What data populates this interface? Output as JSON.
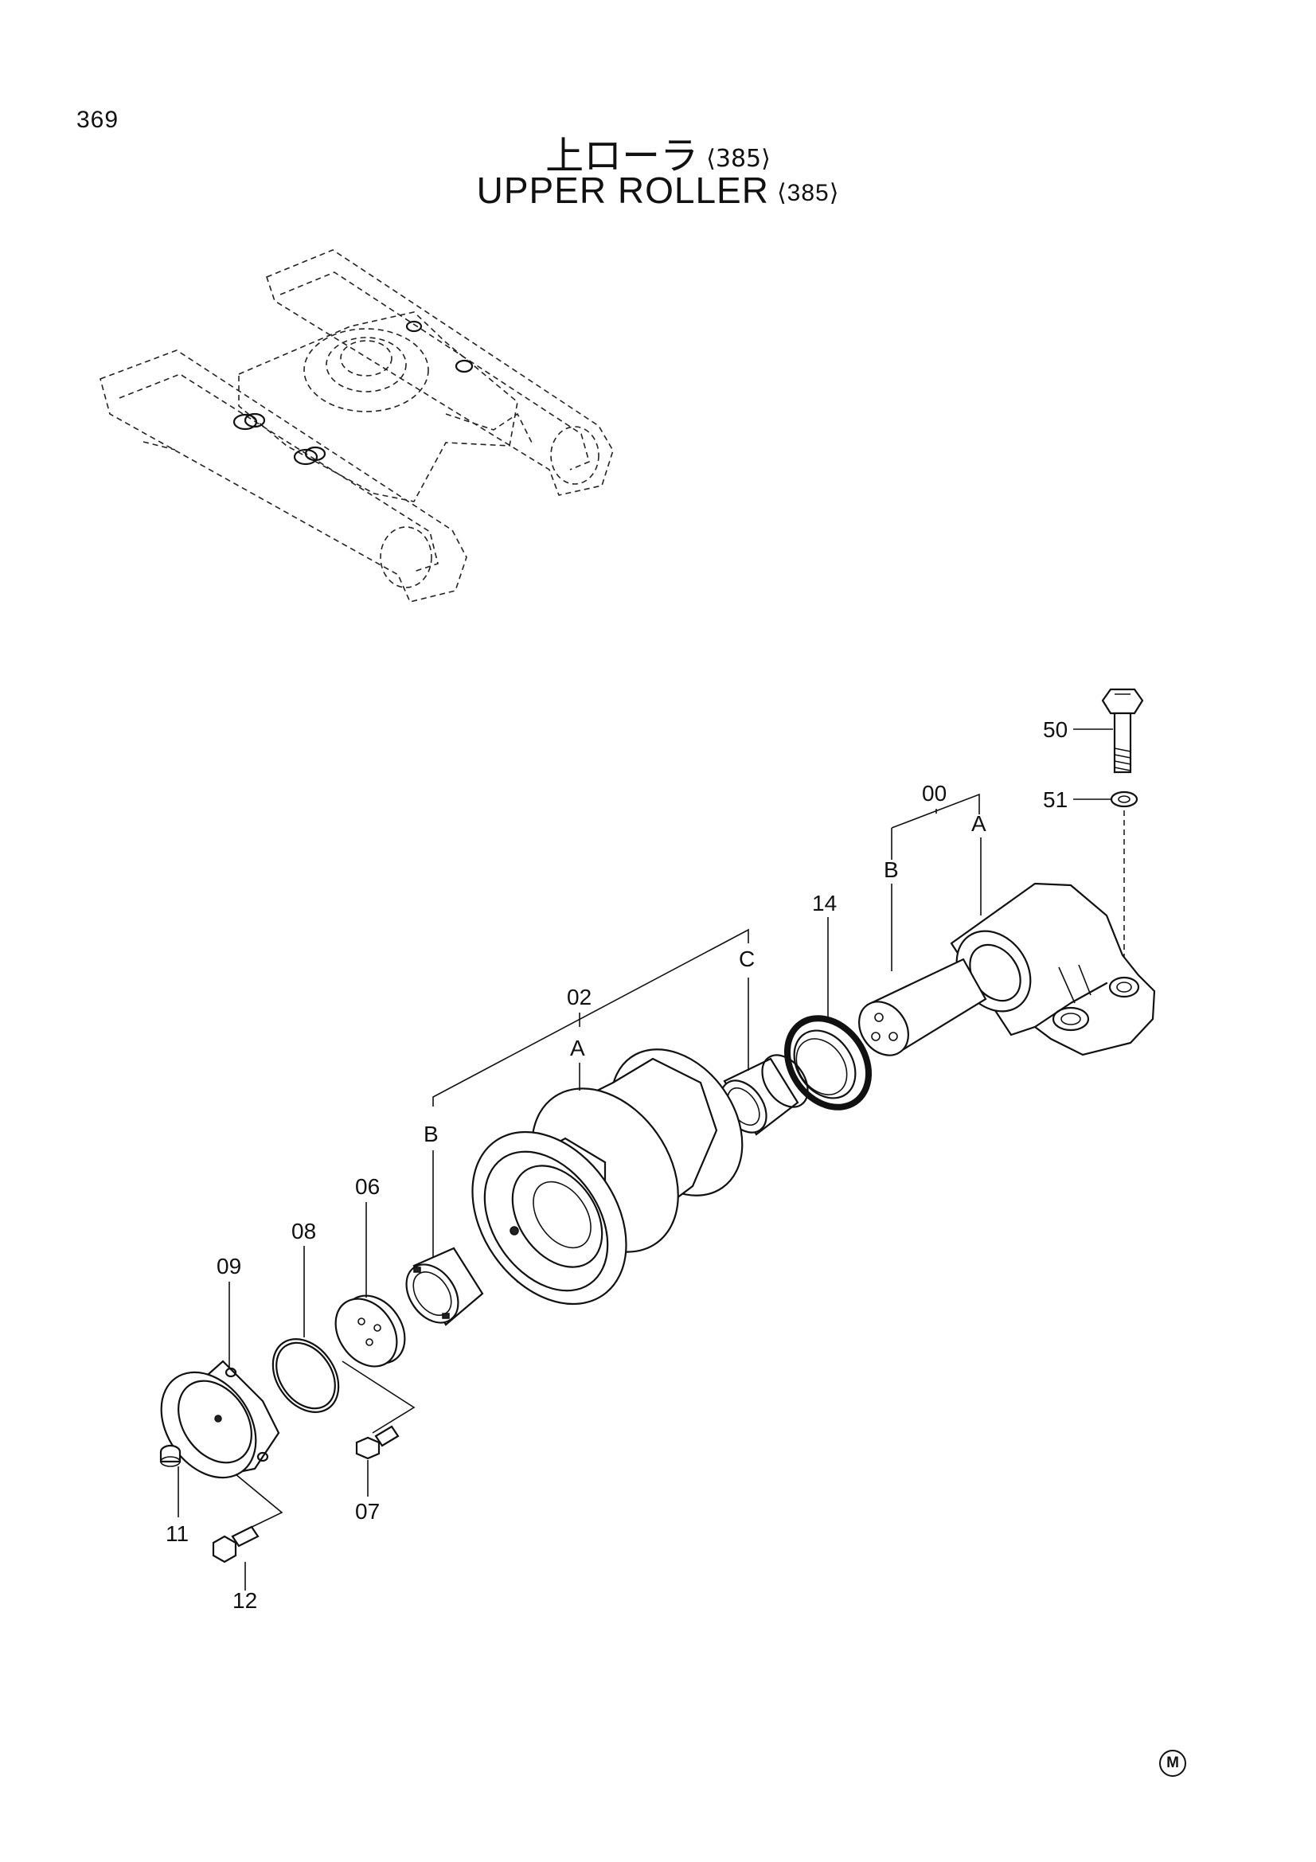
{
  "page": {
    "number": "369"
  },
  "title": {
    "japanese": "上ローラ",
    "english": "UPPER ROLLER",
    "code": "⟨385⟩"
  },
  "callouts": {
    "c00": "00",
    "c02": "02",
    "c06": "06",
    "c07": "07",
    "c08": "08",
    "c09": "09",
    "c11": "11",
    "c12": "12",
    "c14": "14",
    "c50": "50",
    "c51": "51",
    "a1": "A",
    "b1": "B",
    "a2": "A",
    "b2": "B",
    "c2": "C"
  },
  "footer_mark": "M"
}
